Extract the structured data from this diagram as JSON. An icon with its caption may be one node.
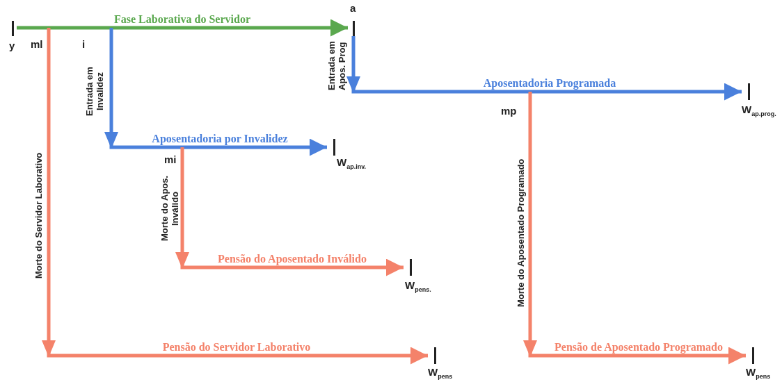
{
  "diagram": {
    "nodes": [
      {
        "text": [
          "y"
        ]
      },
      {
        "text": [
          "ml"
        ]
      },
      {
        "text": [
          "i"
        ]
      },
      {
        "text": [
          "a"
        ]
      },
      {
        "text": [
          "W$_{ap.prog.}$"
        ]
      },
      {
        "text": [
          "mp"
        ]
      },
      {
        "text": [
          "W$_{ap.inv.}$"
        ]
      },
      {
        "text": [
          "mi"
        ]
      },
      {
        "text": [
          "W$_{pens.}$"
        ]
      },
      {
        "text": [
          "W$_{pens}$"
        ]
      },
      {
        "text": [
          "W$_{pens}$"
        ]
      }
    ],
    "edges": [
      {
        "from": 0,
        "to": 3,
        "arrow": "to",
        "label": "Fase Laborativa do Servidor",
        "color": "#5aa84e"
      },
      {
        "from": 2,
        "to": 6,
        "arrow": "to",
        "label": "Aposentadoria por Invalidez",
        "color": "#4a80dc"
      },
      {
        "from": 3,
        "to": 4,
        "arrow": "to",
        "label": "Aposentadoria Programada",
        "color": "#4a80dc"
      },
      {
        "from": 7,
        "to": 8,
        "arrow": "to",
        "label": "Pensão do Aposentado Inválido",
        "color": "#f4826a"
      },
      {
        "from": 1,
        "to": 9,
        "arrow": "to",
        "label": "Pensão do Servidor Laborativo",
        "color": "#f4826a"
      },
      {
        "from": 5,
        "to": 10,
        "arrow": "to",
        "label": "Pensão de Aposentado Programado",
        "color": "#f4826a"
      }
    ],
    "labels": [
      "Entrada em Invalidez",
      "Entrada em Apos. Prog",
      "Morte do Servidor Laborativo",
      "Morte do Apos. Inválido",
      "Morte do Aposentado Programado"
    ]
  }
}
